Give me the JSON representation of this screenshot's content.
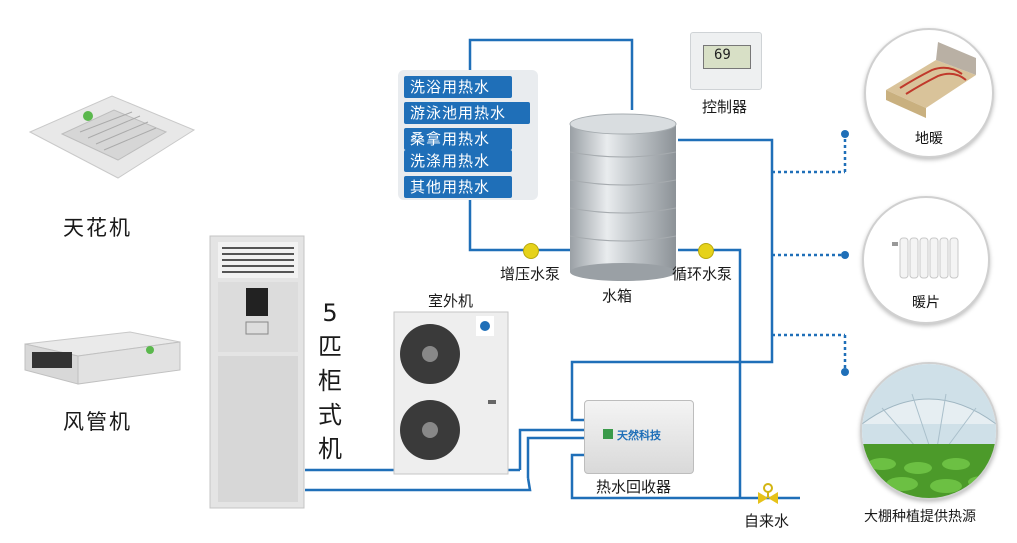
{
  "labels": {
    "ceiling_unit": "天花机",
    "duct_unit": "风管机",
    "cabinet_unit_chars": [
      "5",
      "匹",
      "柜",
      "式",
      "机"
    ],
    "outdoor_unit": "室外机",
    "controller": "控制器",
    "water_tank": "水箱",
    "booster_pump": "增压水泵",
    "circulation_pump": "循环水泵",
    "heat_recovery": "热水回收器",
    "tap_water": "自来水",
    "floor_heating": "地暖",
    "radiator": "暖片",
    "greenhouse": "大棚种植提供热源"
  },
  "uses": [
    "洗浴用热水",
    "游泳池用热水",
    "桑拿用热水",
    "洗涤用热水",
    "其他用热水"
  ],
  "controller_display": "69",
  "brand_text": "天然科技",
  "colors": {
    "pipe": "#1f6fb8",
    "use_bg": "#1f6fb8",
    "pump": "#e6d21a",
    "tap": "#e6c21a"
  }
}
